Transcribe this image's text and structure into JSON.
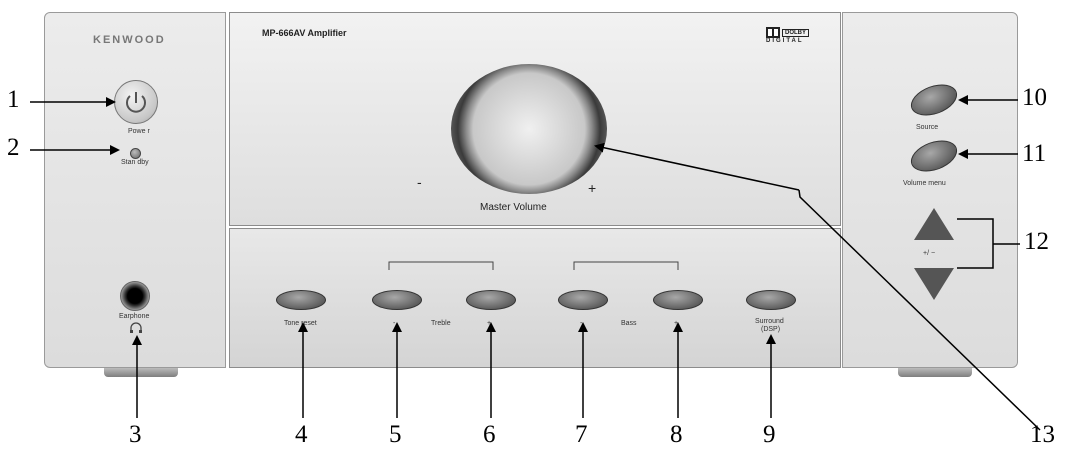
{
  "device": {
    "brand_logo": "KENWOOD",
    "model": "MP-666AV Amplifier",
    "dolby_top": "DOLBY",
    "dolby_bottom": "DIGITAL"
  },
  "controls": {
    "power": "Powe r",
    "standby": "Stan dby",
    "earphone": "Earphone",
    "master_volume": "Master Volume",
    "vol_minus": "-",
    "vol_plus": "+",
    "tone_reset": "Tone reset",
    "treble_minus": "-",
    "treble": "Treble",
    "treble_plus": "+",
    "bass_minus": "-",
    "bass": "Bass",
    "bass_plus": "+",
    "surround_line1": "Surround",
    "surround_line2": "(DSP)",
    "source": "Source",
    "volume_menu": "Volume menu",
    "plus_minus": "+/ −"
  },
  "callouts": {
    "n1": "1",
    "n2": "2",
    "n3": "3",
    "n4": "4",
    "n5": "5",
    "n6": "6",
    "n7": "7",
    "n8": "8",
    "n9": "9",
    "n10": "10",
    "n11": "11",
    "n12": "12",
    "n13": "13"
  }
}
